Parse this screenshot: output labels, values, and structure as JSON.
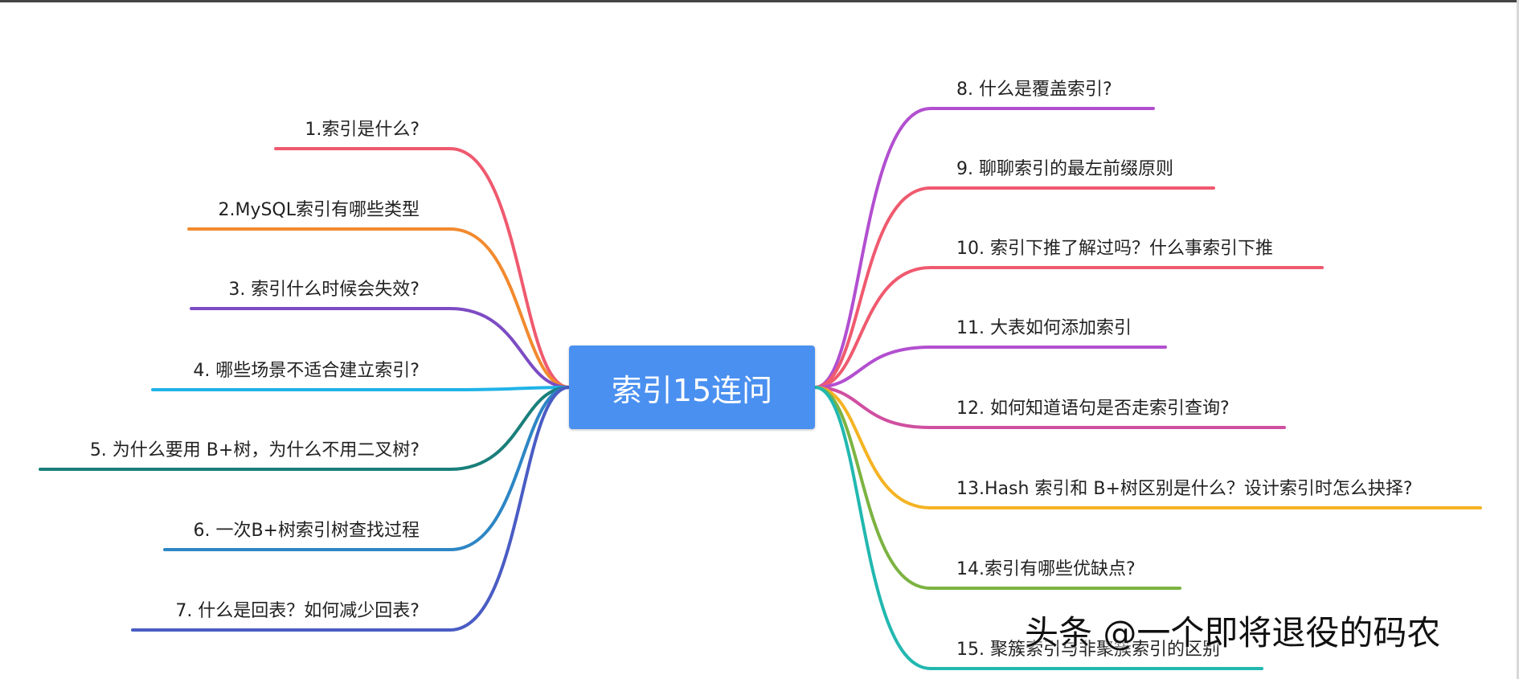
{
  "center": {
    "label": "索引15连问"
  },
  "left_nodes": [
    {
      "label": "1.索引是什么?",
      "color": "#ef5a6f"
    },
    {
      "label": "2.MySQL索引有哪些类型",
      "color": "#f28a2e"
    },
    {
      "label": "3. 索引什么时候会失效?",
      "color": "#7d4cc4"
    },
    {
      "label": "4. 哪些场景不适合建立索引?",
      "color": "#20b3e8"
    },
    {
      "label": "5. 为什么要用 B+树，为什么不用二叉树?",
      "color": "#1a7f7a"
    },
    {
      "label": "6. 一次B+树索引树查找过程",
      "color": "#2d86c4"
    },
    {
      "label": "7. 什么是回表？如何减少回表?",
      "color": "#4a5cc4"
    }
  ],
  "right_nodes": [
    {
      "label": "8. 什么是覆盖索引?",
      "color": "#b24fd0"
    },
    {
      "label": "9. 聊聊索引的最左前缀原则",
      "color": "#ef5a6f"
    },
    {
      "label": "10. 索引下推了解过吗？什么事索引下推",
      "color": "#ef5a6f"
    },
    {
      "label": "11. 大表如何添加索引",
      "color": "#b24fd0"
    },
    {
      "label": "12. 如何知道语句是否走索引查询?",
      "color": "#d04fa0"
    },
    {
      "label": "13.Hash 索引和 B+树区别是什么？设计索引时怎么抉择?",
      "color": "#f5b323"
    },
    {
      "label": "14.索引有哪些优缺点?",
      "color": "#7cb342"
    },
    {
      "label": "15. 聚簇索引与非聚簇索引的区别",
      "color": "#22b8b0"
    }
  ],
  "watermark": "头条 @一个即将退役的码农"
}
